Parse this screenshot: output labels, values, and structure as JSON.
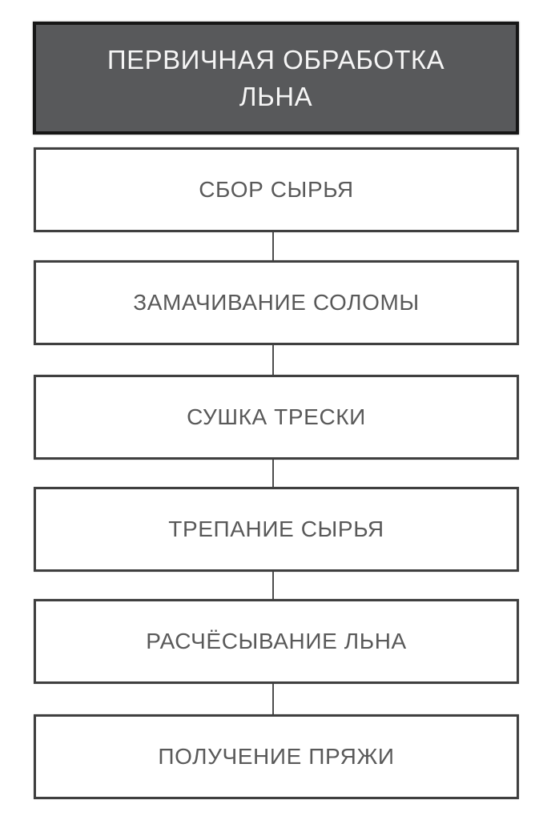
{
  "diagram": {
    "title": "ПЕРВИЧНАЯ ОБРАБОТКА ЛЬНА",
    "steps": [
      {
        "label": "СБОР СЫРЬЯ"
      },
      {
        "label": "ЗАМАЧИВАНИЕ СОЛОМЫ"
      },
      {
        "label": "СУШКА ТРЕСКИ"
      },
      {
        "label": "ТРЕПАНИЕ СЫРЬЯ"
      },
      {
        "label": "РАСЧЁСЫВАНИЕ ЛЬНА"
      },
      {
        "label": "ПОЛУЧЕНИЕ ПРЯЖИ"
      }
    ],
    "colors": {
      "title_bg": "#58595b",
      "title_border": "#161616",
      "title_text": "#f5f5f5",
      "box_bg": "#ffffff",
      "box_border": "#3f3f3f",
      "box_text": "#595959",
      "connector": "#4d4d4d",
      "page_bg": "#ffffff"
    }
  }
}
